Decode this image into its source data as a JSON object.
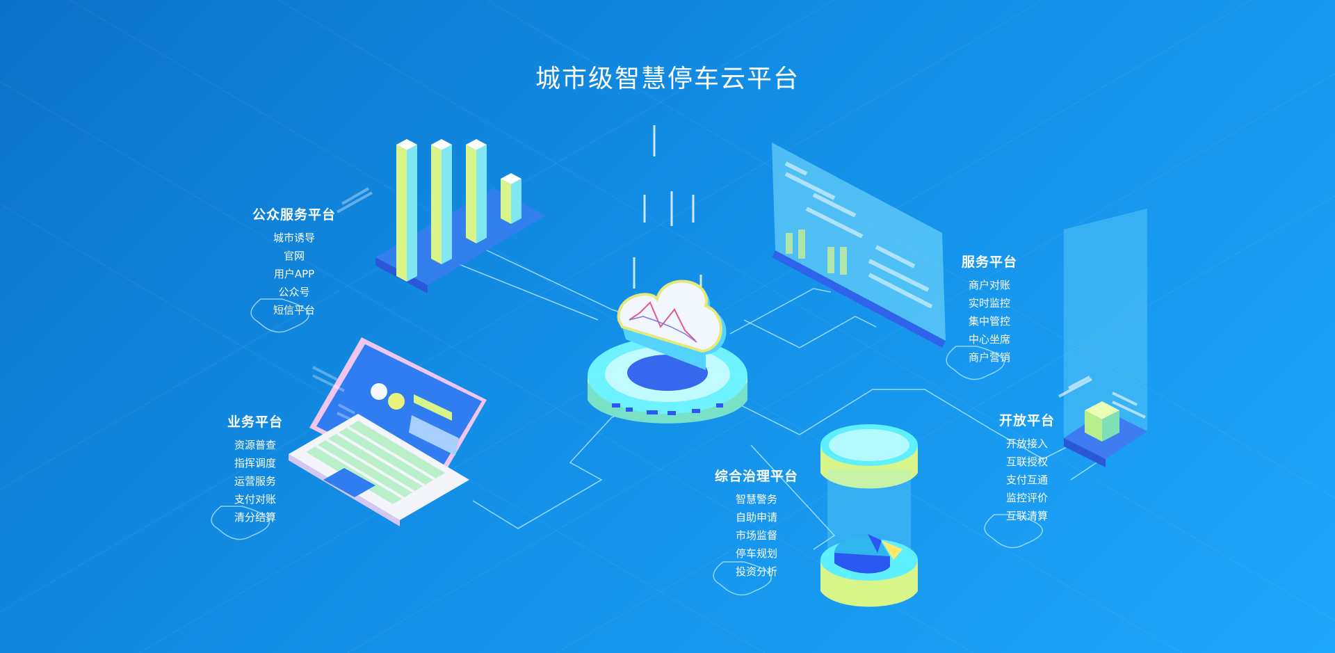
{
  "title": "城市级智慧停车云平台",
  "colors": {
    "bg_dark": "#0b72c9",
    "bg_light": "#1ea6fb",
    "line": "#c8f2ff",
    "cyan": "#5ff0ff",
    "yellow_green": "#d8f58a",
    "deep_blue": "#2a58f0"
  },
  "icons": {
    "bar_chart": "isometric-bar-chart-icon",
    "laptop": "isometric-laptop-icon",
    "cloud": "cloud-platform-icon",
    "panel": "glass-dashboard-panel-icon",
    "cylinder": "pie-chart-cylinder-icon",
    "pillar": "cube-light-pillar-icon"
  },
  "platforms": {
    "public": {
      "title": "公众服务平台",
      "items": [
        "城市诱导",
        "官网",
        "用户APP",
        "公众号",
        "短信平台"
      ]
    },
    "business": {
      "title": "业务平台",
      "items": [
        "资源普查",
        "指挥调度",
        "运营服务",
        "支付对账",
        "清分结算"
      ]
    },
    "service": {
      "title": "服务平台",
      "items": [
        "商户对账",
        "实时监控",
        "集中管控",
        "中心坐席",
        "商户营销"
      ]
    },
    "open": {
      "title": "开放平台",
      "items": [
        "开放接入",
        "互联授权",
        "支付互通",
        "监控评价",
        "互联清算"
      ]
    },
    "governance": {
      "title": "综合治理平台",
      "items": [
        "智慧警务",
        "自助申请",
        "市场监督",
        "停车规划",
        "投资分析"
      ]
    }
  }
}
